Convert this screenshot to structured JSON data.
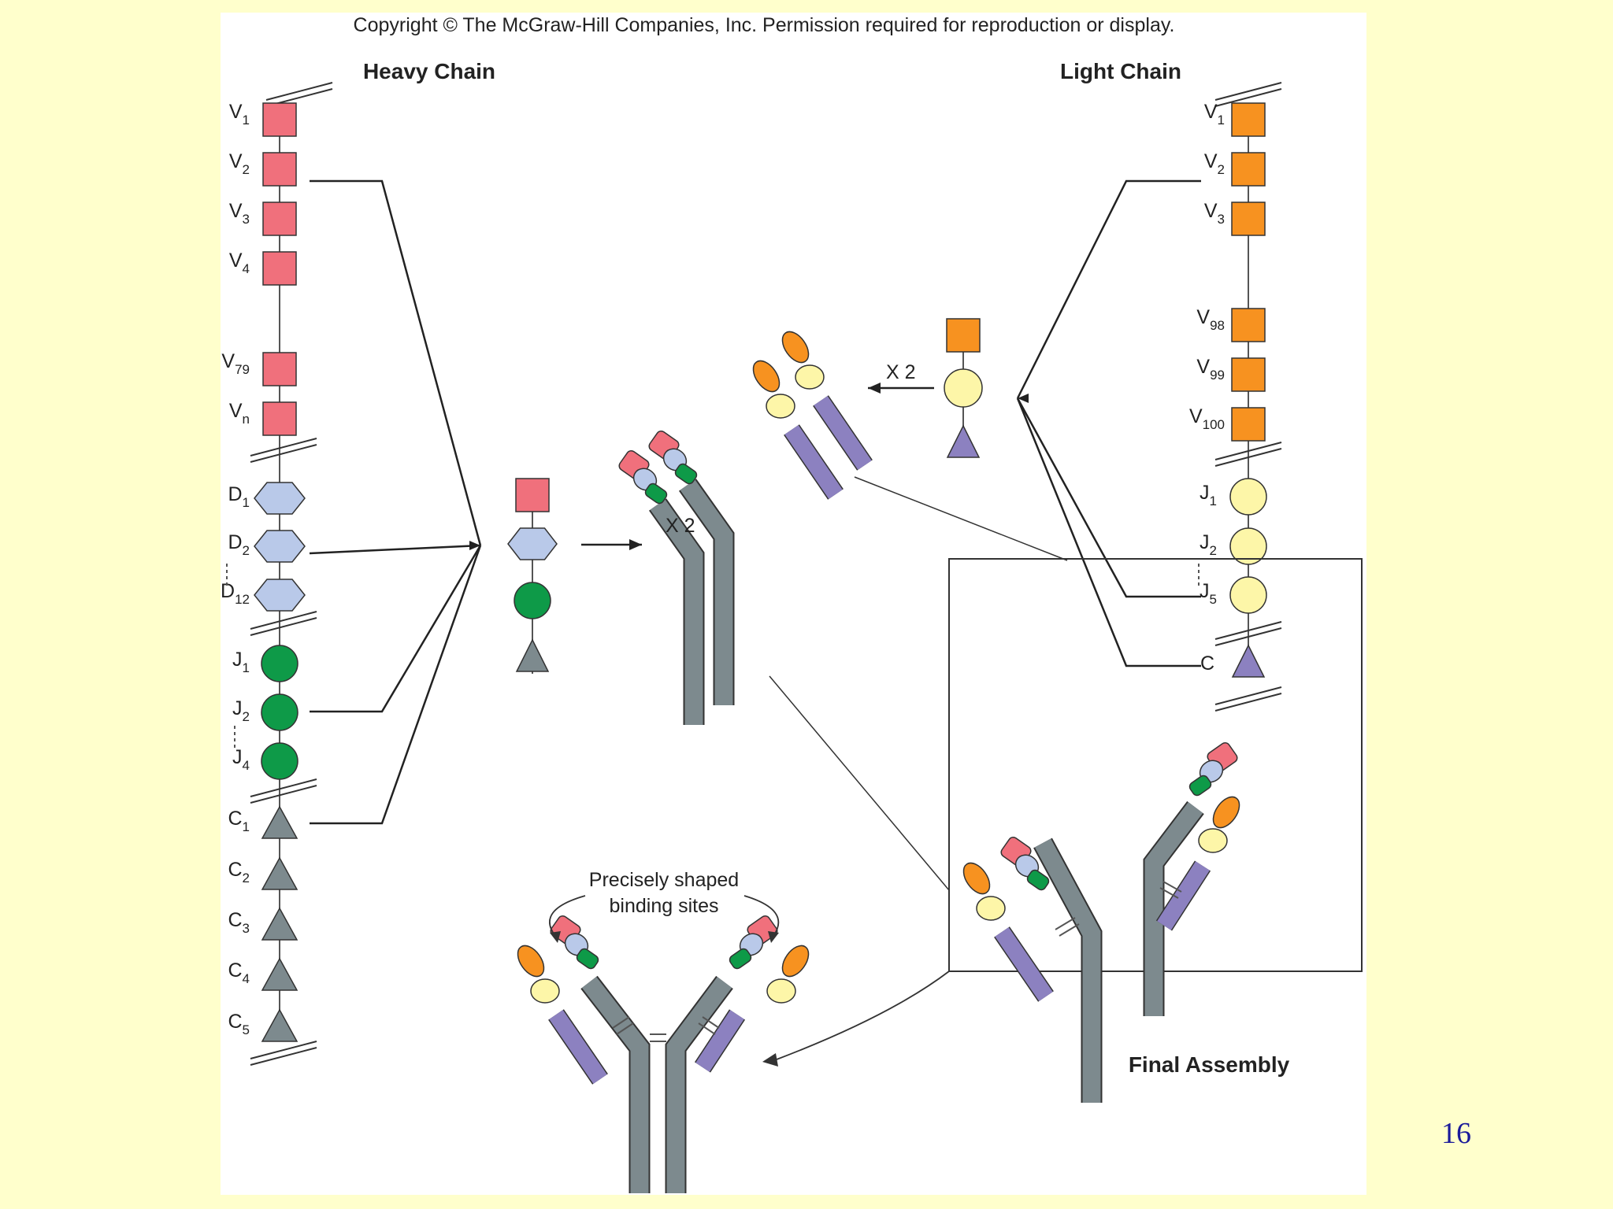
{
  "copyright": "Copyright © The McGraw-Hill Companies, Inc. Permission required for reproduction or display.",
  "heavy_chain": {
    "title": "Heavy Chain",
    "v_labels": [
      [
        "V",
        "1"
      ],
      [
        "V",
        "2"
      ],
      [
        "V",
        "3"
      ],
      [
        "V",
        "4"
      ],
      [
        "V",
        "79"
      ],
      [
        "V",
        "n"
      ]
    ],
    "d_labels": [
      [
        "D",
        "1"
      ],
      [
        "D",
        "2"
      ],
      [
        "D",
        "12"
      ]
    ],
    "j_labels": [
      [
        "J",
        "1"
      ],
      [
        "J",
        "2"
      ],
      [
        "J",
        "4"
      ]
    ],
    "c_labels": [
      [
        "C",
        "1"
      ],
      [
        "C",
        "2"
      ],
      [
        "C",
        "3"
      ],
      [
        "C",
        "4"
      ],
      [
        "C",
        "5"
      ]
    ],
    "multiplier": "X 2"
  },
  "light_chain": {
    "title": "Light Chain",
    "v_labels": [
      [
        "V",
        "1"
      ],
      [
        "V",
        "2"
      ],
      [
        "V",
        "3"
      ],
      [
        "V",
        "98"
      ],
      [
        "V",
        "99"
      ],
      [
        "V",
        "100"
      ]
    ],
    "j_labels": [
      [
        "J",
        "1"
      ],
      [
        "J",
        "2"
      ],
      [
        "J",
        "5"
      ]
    ],
    "c_label": "C",
    "multiplier": "X 2"
  },
  "binding_caption": [
    "Precisely shaped",
    "binding sites"
  ],
  "final_assembly": "Final Assembly",
  "slide_number": "16",
  "colors": {
    "background": "#ffffcc",
    "heavy_v": "#f0707c",
    "heavy_d": "#b9c9e9",
    "heavy_j": "#0e9a48",
    "heavy_c": "#7d8a8e",
    "light_v": "#f79220",
    "light_j": "#fdf6a8",
    "light_c": "#8c81c0",
    "slide_number": "#1a1a9a"
  }
}
